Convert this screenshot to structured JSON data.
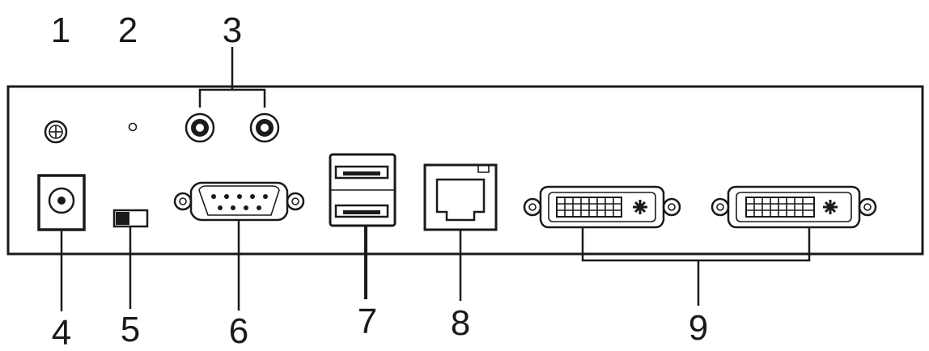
{
  "callouts": {
    "c1": "1",
    "c2": "2",
    "c3": "3",
    "c4": "4",
    "c5": "5",
    "c6": "6",
    "c7": "7",
    "c8": "8",
    "c9": "9"
  },
  "colors": {
    "ink": "#1a1a1a",
    "background": "#ffffff"
  },
  "icons": [
    "grounding-terminal-icon",
    "firmware-upgrade-pinhole-icon",
    "audio-jack-icon",
    "power-jack-icon",
    "slide-switch-icon",
    "serial-port-icon",
    "usb-port-icon",
    "rj45-port-icon",
    "dvi-port-icon"
  ]
}
